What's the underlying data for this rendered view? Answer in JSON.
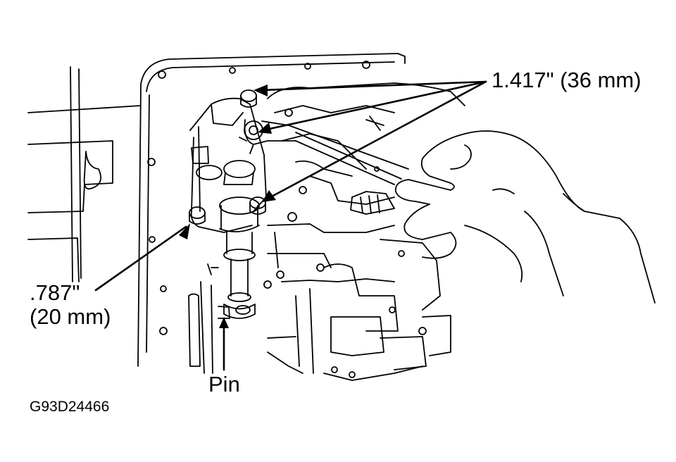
{
  "labels": {
    "bolt_36mm": "1.417\" (36 mm)",
    "bolt_20mm_line1": ".787\"",
    "bolt_20mm_line2": "(20 mm)",
    "pin": "Pin"
  },
  "figure_code": "G93D24466",
  "colors": {
    "ink": "#000000",
    "paper": "#ffffff"
  }
}
